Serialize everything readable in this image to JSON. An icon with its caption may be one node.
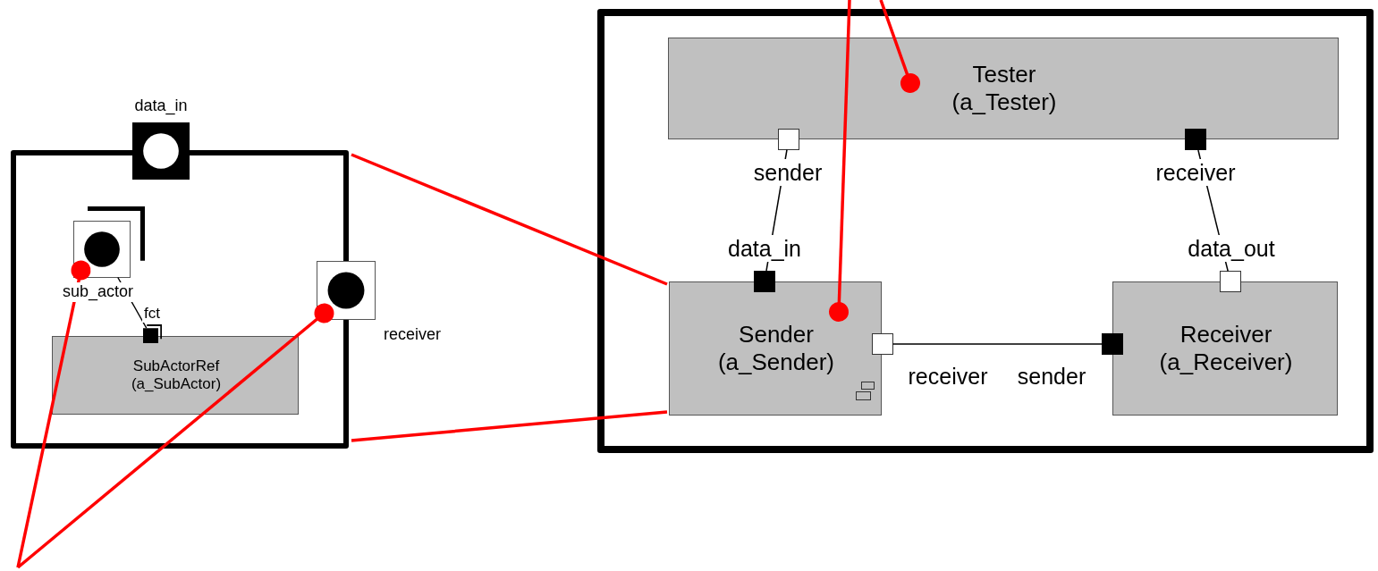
{
  "diagram": {
    "nodes": [
      {
        "text": [],
        "shape": "box"
      },
      {
        "text": [
          "data_in"
        ]
      },
      {
        "text": [
          "sub_actor"
        ],
        "in": 0
      },
      {
        "text": [
          "SubActorRef (a_SubActor)"
        ],
        "in": 0
      },
      {
        "text": [
          "fct"
        ],
        "in": 0
      },
      {
        "text": [
          "receiver"
        ]
      },
      {
        "text": [],
        "shape": "box"
      },
      {
        "text": [
          "Tester (a_Tester)"
        ],
        "in": 6
      },
      {
        "text": [
          "sender"
        ],
        "in": 6
      },
      {
        "text": [
          "receiver"
        ],
        "in": 6
      },
      {
        "text": [
          "Sender (a_Sender)"
        ],
        "in": 6
      },
      {
        "text": [
          "data_in"
        ],
        "in": 6
      },
      {
        "text": [
          "receiver"
        ],
        "in": 6
      },
      {
        "text": [
          "Receiver (a_Receiver)"
        ],
        "in": 6
      },
      {
        "text": [
          "data_out"
        ],
        "in": 6
      },
      {
        "text": [
          "sender"
        ],
        "in": 6
      }
    ],
    "edges": [
      {
        "from": 2,
        "to": 4,
        "arrow": "none",
        "color": "#000000"
      },
      {
        "from": 8,
        "to": 11,
        "arrow": "none",
        "color": "#000000"
      },
      {
        "from": 9,
        "to": 14,
        "arrow": "none",
        "color": "#000000"
      },
      {
        "from": 12,
        "to": 15,
        "arrow": "none",
        "color": "#000000"
      },
      {
        "from": 0,
        "to": 10,
        "arrow": "none"
      },
      {
        "from": 0,
        "to": 10,
        "arrow": "none"
      },
      {
        "from": null,
        "to": 7,
        "arrow": "other"
      },
      {
        "from": null,
        "to": 10,
        "arrow": "other"
      },
      {
        "from": null,
        "to": 2,
        "arrow": "other"
      },
      {
        "from": null,
        "to": 5,
        "arrow": "other"
      }
    ]
  }
}
